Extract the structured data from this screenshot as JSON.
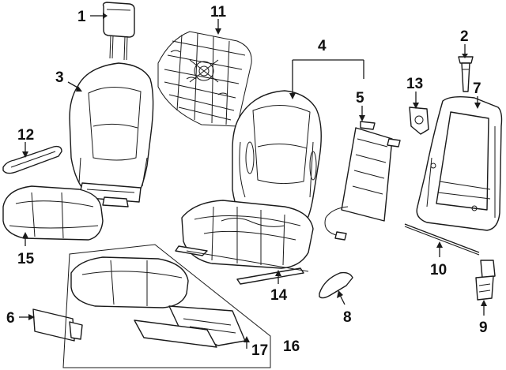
{
  "diagram": {
    "callouts": [
      "1",
      "2",
      "3",
      "4",
      "5",
      "6",
      "7",
      "8",
      "9",
      "10",
      "11",
      "12",
      "13",
      "14",
      "15",
      "16",
      "17"
    ],
    "parts": [
      {
        "id": "headrest"
      },
      {
        "id": "guide"
      },
      {
        "id": "seat-back-cover"
      },
      {
        "id": "seat-back-assembly"
      },
      {
        "id": "back-panel"
      },
      {
        "id": "side-cover"
      },
      {
        "id": "back-frame"
      },
      {
        "id": "recliner-handle"
      },
      {
        "id": "actuator"
      },
      {
        "id": "cable"
      },
      {
        "id": "lumbar-support"
      },
      {
        "id": "armrest"
      },
      {
        "id": "bracket"
      },
      {
        "id": "seat-track"
      },
      {
        "id": "cushion-cover"
      },
      {
        "id": "cushion-assembly"
      },
      {
        "id": "heater"
      }
    ]
  }
}
